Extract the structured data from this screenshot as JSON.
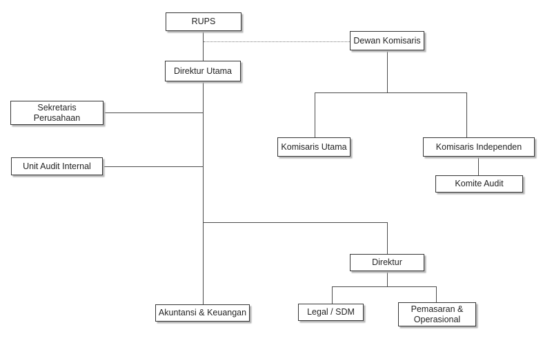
{
  "diagram": {
    "type": "org-chart",
    "colors": {
      "background": "#ffffff",
      "box_fill": "#ffffff",
      "box_border": "#333333",
      "box_shadow": "#b4b4b4",
      "line": "#4a4a4a",
      "text": "#1f1f1f"
    },
    "nodes": {
      "rups": {
        "label": "RUPS"
      },
      "dewan_komisaris": {
        "label": "Dewan Komisaris"
      },
      "direktur_utama": {
        "label": "Direktur Utama"
      },
      "sekretaris_perusahaan": {
        "label": "Sekretaris Perusahaan"
      },
      "unit_audit_internal": {
        "label": "Unit Audit Internal"
      },
      "komisaris_utama": {
        "label": "Komisaris Utama"
      },
      "komisaris_independen": {
        "label": "Komisaris Independen"
      },
      "komite_audit": {
        "label": "Komite Audit"
      },
      "direktur": {
        "label": "Direktur"
      },
      "akuntansi_keuangan": {
        "label": "Akuntansi & Keuangan"
      },
      "legal_sdm": {
        "label": "Legal / SDM"
      },
      "pemasaran_operasional": {
        "label": "Pemasaran & Operasional"
      }
    },
    "edges": [
      {
        "from": "rups",
        "to": "dewan_komisaris",
        "style": "dotted"
      },
      {
        "from": "rups",
        "to": "direktur_utama",
        "style": "solid"
      },
      {
        "from": "dewan_komisaris",
        "to": "komisaris_utama",
        "style": "solid"
      },
      {
        "from": "dewan_komisaris",
        "to": "komisaris_independen",
        "style": "solid"
      },
      {
        "from": "komisaris_independen",
        "to": "komite_audit",
        "style": "solid"
      },
      {
        "from": "direktur_utama",
        "to": "sekretaris_perusahaan",
        "style": "solid"
      },
      {
        "from": "direktur_utama",
        "to": "unit_audit_internal",
        "style": "solid"
      },
      {
        "from": "direktur_utama",
        "to": "direktur",
        "style": "solid"
      },
      {
        "from": "direktur_utama",
        "to": "akuntansi_keuangan",
        "style": "solid"
      },
      {
        "from": "direktur",
        "to": "legal_sdm",
        "style": "solid"
      },
      {
        "from": "direktur",
        "to": "pemasaran_operasional",
        "style": "solid"
      }
    ]
  }
}
